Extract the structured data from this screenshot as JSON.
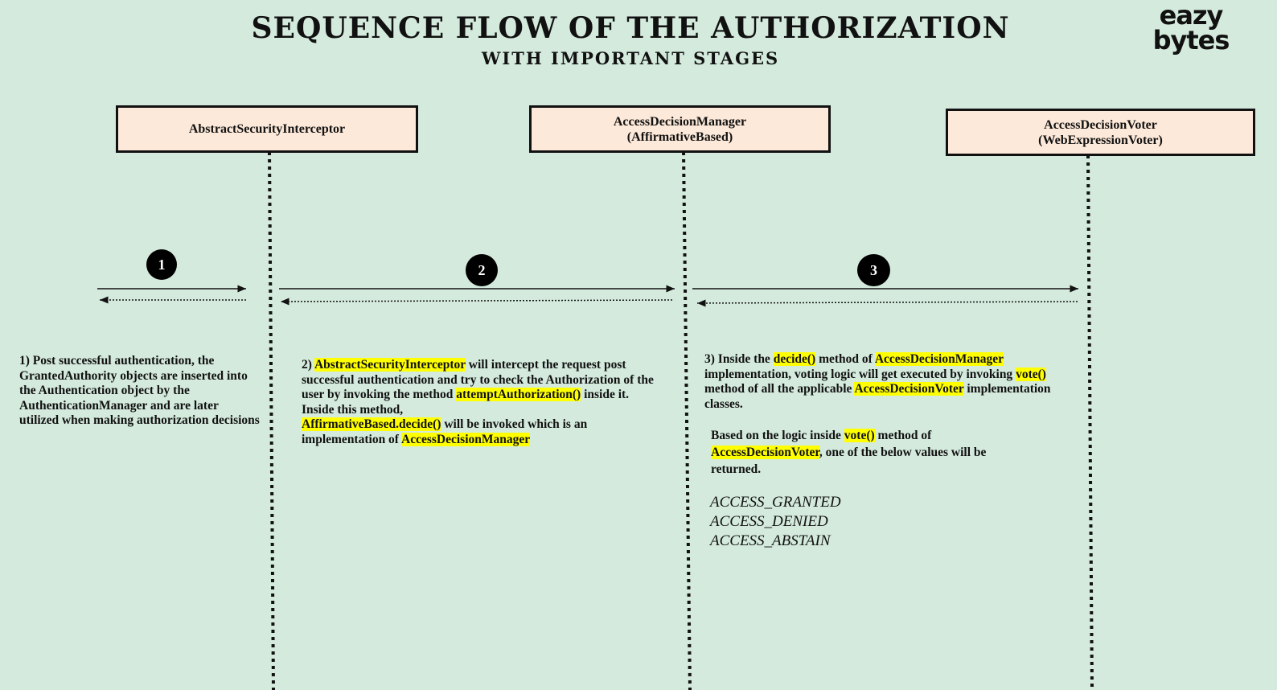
{
  "header": {
    "title": "SEQUENCE FLOW OF THE AUTHORIZATION",
    "subtitle": "WITH IMPORTANT STAGES"
  },
  "logo": {
    "line1": "eazy",
    "line2": "bytes"
  },
  "participants": [
    {
      "name": "AbstractSecurityInterceptor",
      "sub": ""
    },
    {
      "name": "AccessDecisionManager",
      "sub": "(AffirmativeBased)"
    },
    {
      "name": "AccessDecisionVoter",
      "sub": "(WebExpressionVoter)"
    }
  ],
  "steps": [
    "1",
    "2",
    "3"
  ],
  "step1": {
    "text": "1) Post successful authentication, the GrantedAuthority objects are inserted into the Authentication object by the AuthenticationManager and are later utilized when making authorization decisions"
  },
  "step2": {
    "prefix": "2) ",
    "hl1": "AbstractSecurityInterceptor",
    "t1": " will intercept the request post successful authentication and try to check the Authorization of the user by invoking the method ",
    "hl2": "attemptAuthorization()",
    "t2": " inside it. Inside this method,",
    "hl3": "AffirmativeBased.decide()",
    "t3": " will be invoked which is an implementation of ",
    "hl4": "AccessDecisionManager"
  },
  "step3": {
    "prefix": "3) Inside the ",
    "hl1": "decide()",
    "t1": " method of ",
    "hl2": "AccessDecisionManager",
    "t2": " implementation, voting logic will get executed by invoking ",
    "hl3": "vote()",
    "t3": " method of all the applicable ",
    "hl4": "AccessDecisionVoter",
    "t4": " implementation classes.",
    "p2_prefix": "Based on the logic inside ",
    "p2_hl1": "vote()",
    "p2_t1": " method of",
    "p2_hl2": "AccessDecisionVoter",
    "p2_t2": ", one of the below values will be returned."
  },
  "return_values": [
    "ACCESS_GRANTED",
    "ACCESS_DENIED",
    "ACCESS_ABSTAIN"
  ],
  "colors": {
    "background": "#d4eadd",
    "box_fill": "#fde9d9",
    "highlight": "#ffff00"
  }
}
